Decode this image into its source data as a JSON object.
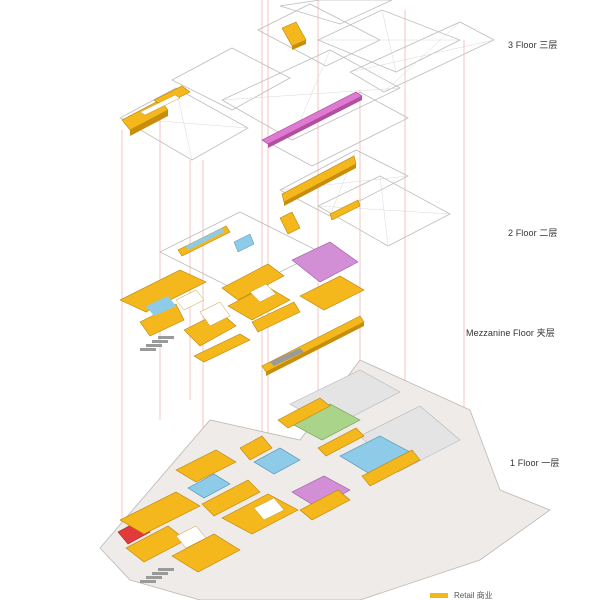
{
  "floors": {
    "f3": "3 Floor  三层",
    "f2": "2 Floor  二层",
    "mezzanine": "Mezzanine Floor  夹层",
    "f1": "1 Floor  一层"
  },
  "legend": {
    "retail_label": "Retail 商业"
  },
  "colors": {
    "retail": "#f5b81c",
    "retail_shadow": "#c98d0c",
    "anchor_pink": "#e07ad0",
    "anchor_purple": "#d38fd6",
    "anchor_blue": "#8dcbe8",
    "anchor_green": "#a9d48a",
    "anchor_red": "#e23a3a",
    "slab": "#eeebe8",
    "slab_edge": "#bcb7b2",
    "guide_line": "#e7a0a0",
    "gray_block": "#e4e4e4"
  }
}
